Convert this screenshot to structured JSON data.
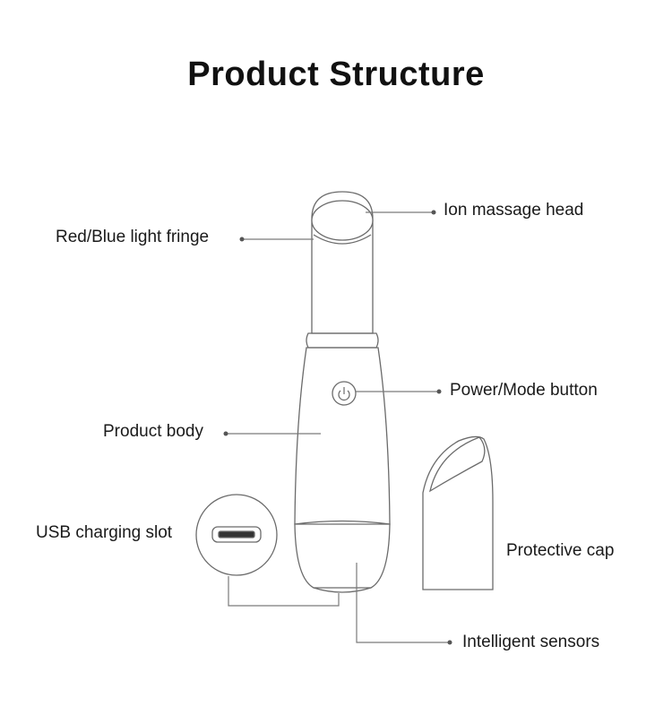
{
  "title": "Product  Structure",
  "labels": {
    "ion_massage_head": "Ion massage head",
    "red_blue_light_fringe": "Red/Blue light fringe",
    "power_mode_button": "Power/Mode button",
    "product_body": "Product body",
    "usb_charging_slot": "USB charging slot",
    "protective_cap": "Protective cap",
    "intelligent_sensors": "Intelligent sensors"
  }
}
